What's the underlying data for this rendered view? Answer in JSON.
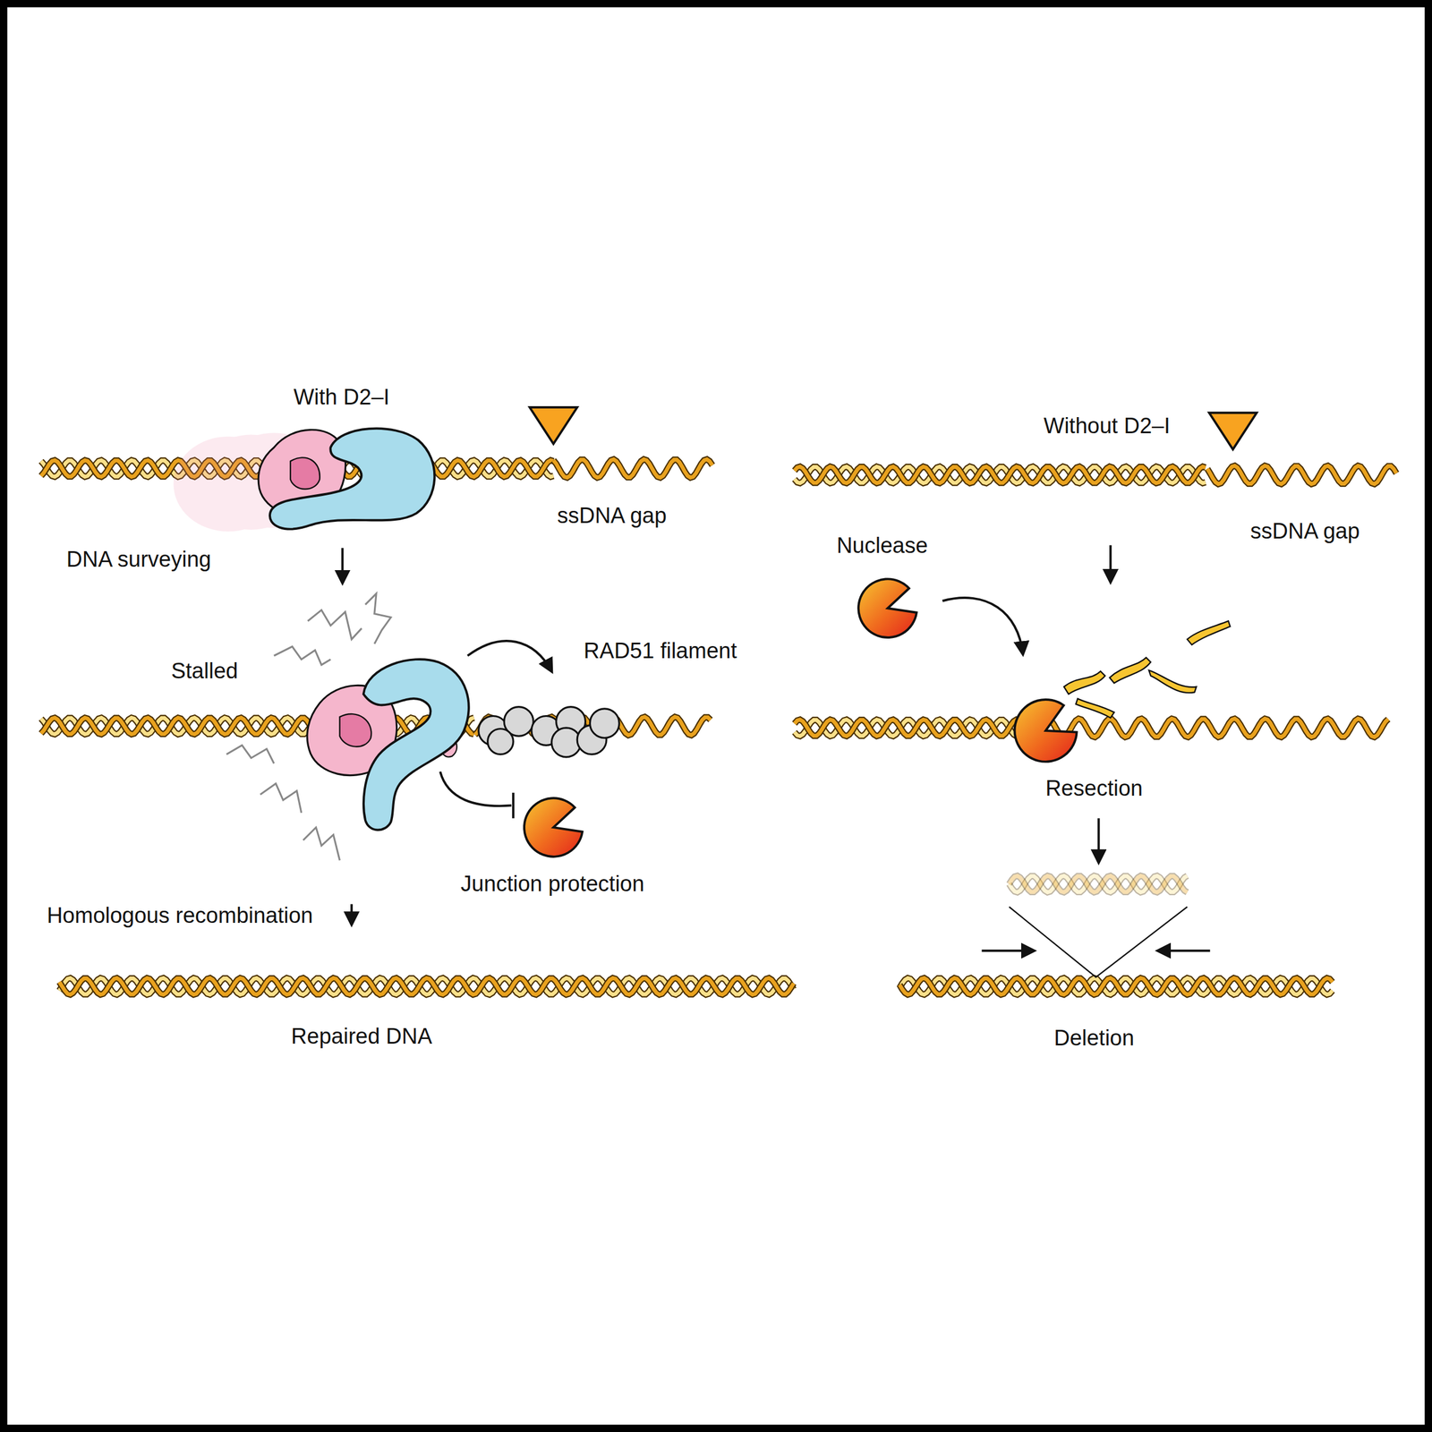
{
  "diagram": {
    "labels": [
      "With D2–I",
      "ssDNA gap",
      "DNA surveying",
      "Stalled",
      "RAD51 filament",
      "Junction protection",
      "Homologous recombination",
      "Repaired DNA",
      "Without D2–I",
      "Nuclease",
      "ssDNA gap",
      "Resection",
      "Deletion"
    ]
  }
}
